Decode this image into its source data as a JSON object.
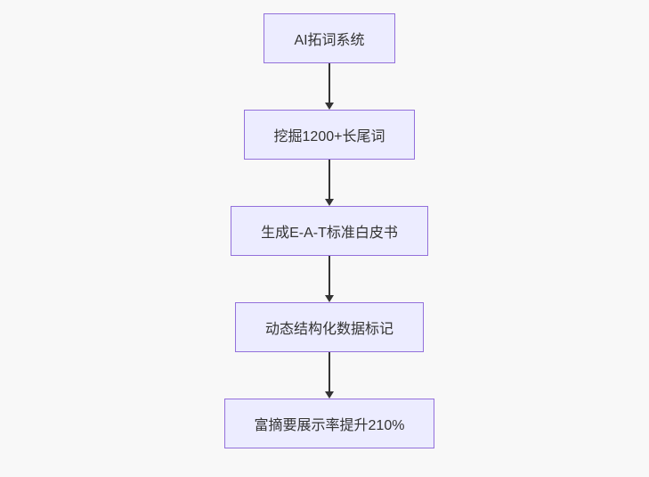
{
  "canvas": {
    "background_color": "#f8f8f8"
  },
  "flowchart": {
    "type": "vertical-flowchart",
    "node_fill_color": "#ECECFF",
    "node_border_color": "#9370DB",
    "text_color": "#333333",
    "arrow_color": "#333333",
    "nodes": [
      {
        "label": "AI拓词系统"
      },
      {
        "label": "挖掘1200+长尾词"
      },
      {
        "label": "生成E-A-T标准白皮书"
      },
      {
        "label": "动态结构化数据标记"
      },
      {
        "label": "富摘要展示率提升210%"
      }
    ],
    "edges": [
      {
        "from": 0,
        "to": 1
      },
      {
        "from": 1,
        "to": 2
      },
      {
        "from": 2,
        "to": 3
      },
      {
        "from": 3,
        "to": 4
      }
    ]
  }
}
